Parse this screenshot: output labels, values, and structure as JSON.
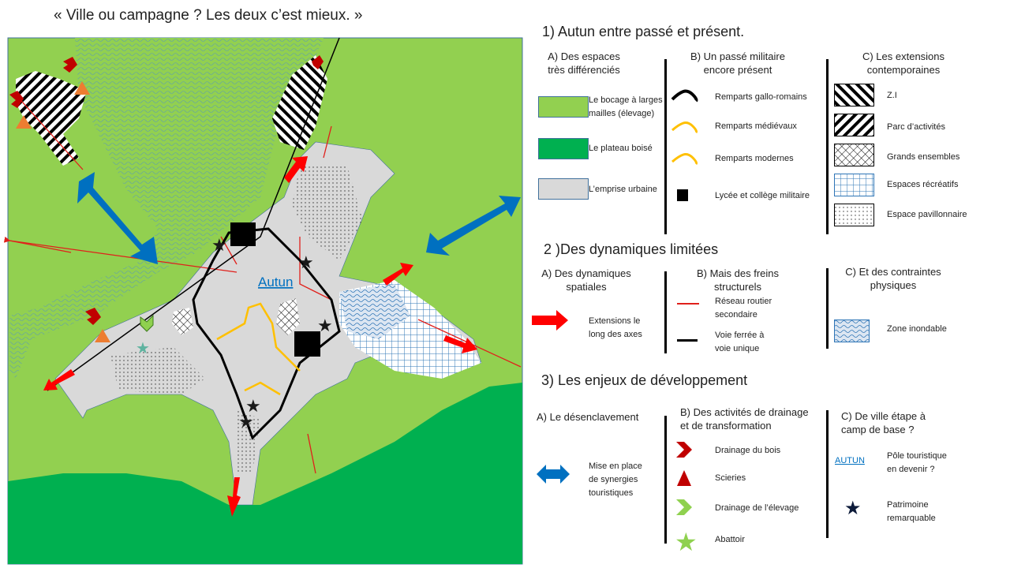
{
  "title": "« Ville ou campagne ? Les deux c’est mieux. »",
  "map": {
    "city_label": "Autun"
  },
  "colors": {
    "bocage": "#92d050",
    "plateau": "#00b050",
    "urban": "#d9d9d9",
    "road": "#e0201b",
    "extension": "#ff0000",
    "synergy": "#0070c0",
    "wood": "#c00000",
    "livestock": "#8fd14f",
    "city_label": "#0070c0"
  },
  "section1": {
    "title": "1) Autun entre passé et présent.",
    "colA": {
      "heading_1": "A) Des espaces",
      "heading_2": "très différenciés",
      "items": [
        {
          "label_1": "Le bocage à larges",
          "label_2": "mailles (élevage)"
        },
        {
          "label": "Le plateau boisé"
        },
        {
          "label": "L’emprise urbaine"
        }
      ]
    },
    "colB": {
      "heading_1": "B) Un passé militaire",
      "heading_2": "encore présent",
      "items": [
        {
          "label": "Remparts gallo-romains"
        },
        {
          "label": "Remparts médiévaux"
        },
        {
          "label": "Remparts modernes"
        },
        {
          "label": "Lycée et collège militaire"
        }
      ]
    },
    "colC": {
      "heading_1": "C) Les extensions",
      "heading_2": "contemporaines",
      "items": [
        {
          "label": "Z.I"
        },
        {
          "label": "Parc d’activités"
        },
        {
          "label": "Grands ensembles"
        },
        {
          "label": "Espaces récréatifs"
        },
        {
          "label": "Espace pavillonnaire"
        }
      ]
    }
  },
  "section2": {
    "title": "2 )Des dynamiques limitées",
    "colA": {
      "heading_1": "A) Des dynamiques",
      "heading_2": "spatiales",
      "items": [
        {
          "label_1": "Extensions  le",
          "label_2": "long des axes"
        }
      ]
    },
    "colB": {
      "heading_1": "B) Mais des freins",
      "heading_2": "structurels",
      "items": [
        {
          "label_1": "Réseau routier",
          "label_2": "secondaire"
        },
        {
          "label_1": "Voie ferrée à",
          "label_2": "voie unique"
        }
      ]
    },
    "colC": {
      "heading_1": "C) Et des contraintes",
      "heading_2": "physiques",
      "items": [
        {
          "label": "Zone inondable"
        }
      ]
    }
  },
  "section3": {
    "title": "3) Les enjeux de développement",
    "colA": {
      "heading": "A) Le désenclavement",
      "items": [
        {
          "label_1": "Mise en place",
          "label_2": "de synergies",
          "label_3": "touristiques"
        }
      ]
    },
    "colB": {
      "heading_1": "B) Des activités de drainage",
      "heading_2": "et de transformation",
      "items": [
        {
          "label": "Drainage du bois"
        },
        {
          "label": "Scieries"
        },
        {
          "label": "Drainage de l’élevage"
        },
        {
          "label": "Abattoir"
        }
      ]
    },
    "colC": {
      "heading_1": "C) De ville étape à",
      "heading_2": "camp de base ?",
      "items": [
        {
          "symbol_text": "AUTUN",
          "label_1": "Pôle touristique",
          "label_2": "en devenir ?"
        },
        {
          "label_1": "Patrimoine",
          "label_2": "remarquable"
        }
      ]
    }
  }
}
